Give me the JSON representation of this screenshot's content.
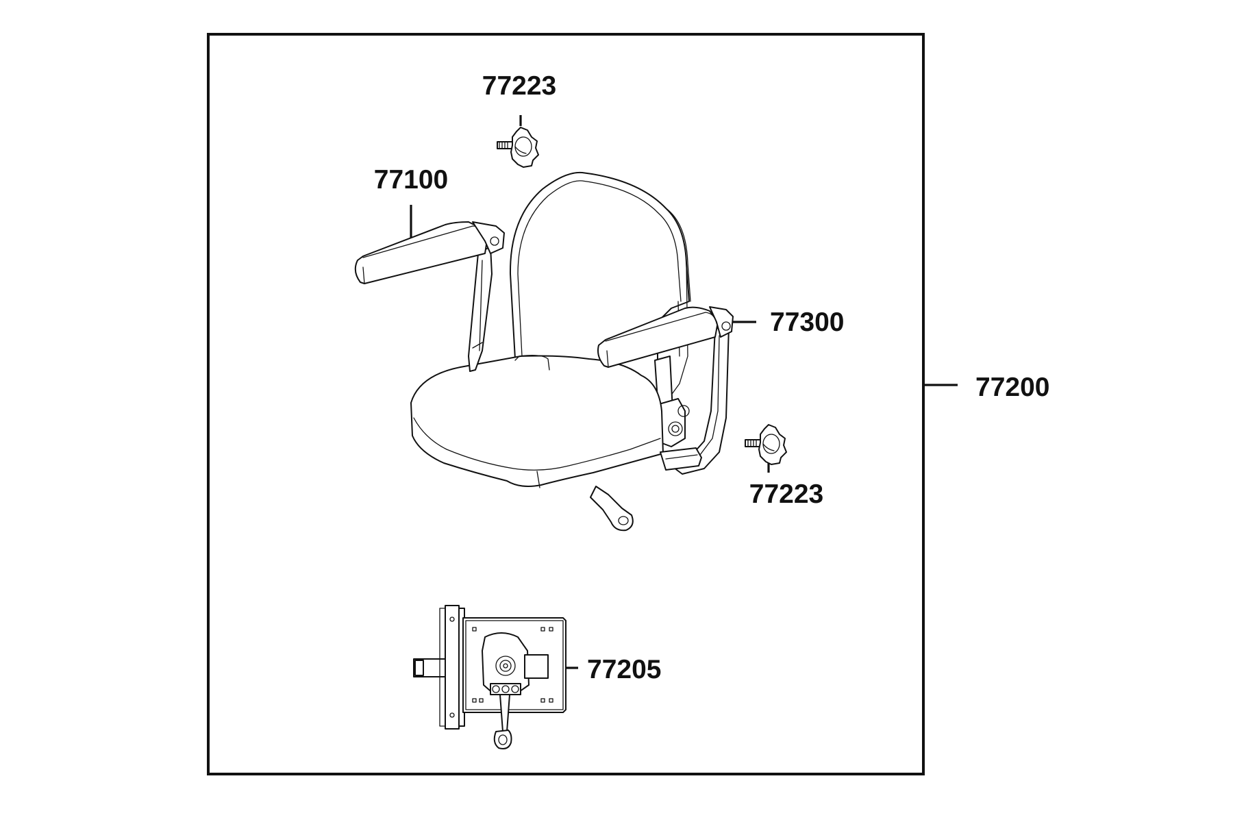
{
  "parts": {
    "knob_top": "77223",
    "armrest_left": "77100",
    "armrest_right": "77300",
    "seat_assembly": "77200",
    "knob_bottom": "77223",
    "swivel_base": "77205"
  },
  "colors": {
    "line": "#111111",
    "background": "#ffffff"
  }
}
